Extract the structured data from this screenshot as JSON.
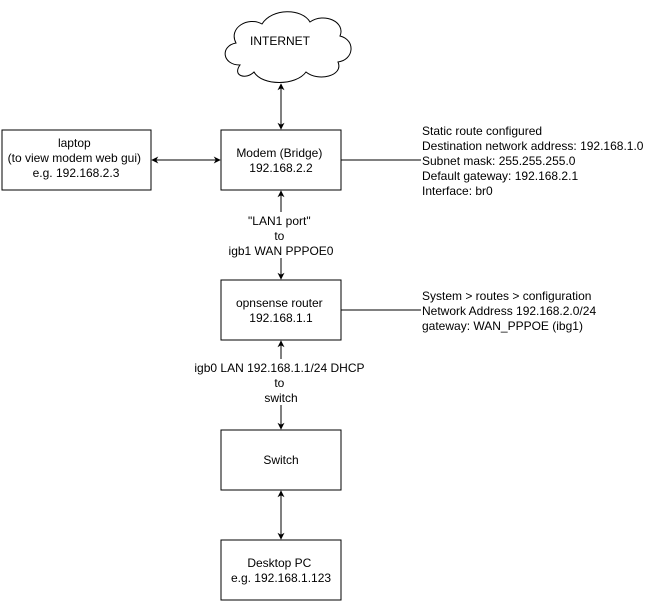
{
  "nodes": {
    "internet": {
      "label": "INTERNET"
    },
    "laptop": {
      "lines": [
        "laptop",
        "(to view modem web gui)",
        "e.g. 192.168.2.3"
      ]
    },
    "modem": {
      "lines": [
        "Modem (Bridge)",
        "192.168.2.2"
      ]
    },
    "router": {
      "lines": [
        "opnsense router",
        "192.168.1.1"
      ]
    },
    "switch": {
      "lines": [
        "Switch"
      ]
    },
    "desktop": {
      "lines": [
        "Desktop PC",
        "e.g. 192.168.1.123"
      ]
    }
  },
  "edge_labels": {
    "modem_router": [
      "\"LAN1 port\"",
      "to",
      "igb1 WAN PPPOE0"
    ],
    "router_switch": [
      "igb0 LAN 192.168.1.1/24 DHCP",
      "to",
      "switch"
    ]
  },
  "notes": {
    "modem": [
      "Static route configured",
      "Destination network address: 192.168.1.0",
      "Subnet mask: 255.255.255.0",
      "Default gateway: 192.168.2.1",
      "Interface: br0"
    ],
    "router": [
      "System > routes > configuration",
      "Network Address 192.168.2.0/24",
      "gateway: WAN_PPPOE (ibg1)"
    ]
  },
  "colors": {
    "stroke": "#000000",
    "fill": "#ffffff",
    "text": "#000000"
  }
}
